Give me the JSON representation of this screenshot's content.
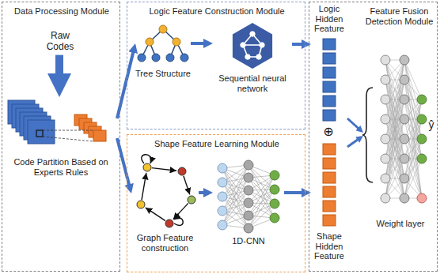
{
  "diagram": {
    "nodes": [
      {
        "text": [
          "Data Processing Module"
        ]
      },
      {
        "text": [
          "Raw Codes"
        ],
        "in": 0
      },
      {
        "text": [
          "Code Partition Based on Experts Rules"
        ],
        "in": 0
      },
      {
        "text": [
          "Logic Feature Construction Module"
        ]
      },
      {
        "text": [
          "Tree Structure"
        ],
        "in": 3
      },
      {
        "text": [
          "Sequential neural network"
        ],
        "in": 3
      },
      {
        "text": [
          "Shape Feature Learning Module"
        ]
      },
      {
        "text": [
          "Graph Feature construction"
        ],
        "in": 6
      },
      {
        "text": [
          "1D-CNN"
        ],
        "in": 6
      },
      {
        "text": [
          "Feature Fusion Detection Module"
        ]
      },
      {
        "text": [
          "Logic Hidden Feature"
        ],
        "in": 9
      },
      {
        "text": [
          "Shape Hidden Feature"
        ],
        "in": 9
      },
      {
        "text": [
          "Weight layer"
        ],
        "in": 9
      }
    ],
    "edges": [
      {
        "from": 1,
        "to": 2,
        "arrow": "to"
      },
      {
        "from": 2,
        "to": 4,
        "arrow": "to"
      },
      {
        "from": 2,
        "to": 7,
        "arrow": "to"
      },
      {
        "from": 4,
        "to": 5,
        "arrow": "to"
      },
      {
        "from": 5,
        "to": 10,
        "arrow": "to"
      },
      {
        "from": 7,
        "to": 8,
        "arrow": "to"
      },
      {
        "from": 8,
        "to": 11,
        "arrow": "to"
      },
      {
        "from": 10,
        "to": 12,
        "arrow": "to"
      },
      {
        "from": 11,
        "to": 12,
        "arrow": "to"
      }
    ],
    "labels": [
      "⊕",
      "ŷ"
    ]
  }
}
